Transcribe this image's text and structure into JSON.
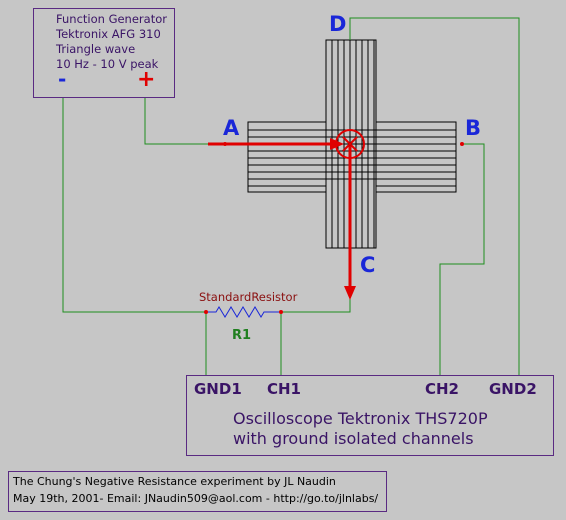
{
  "generator": {
    "lines": [
      "Function Generator",
      "Tektronix AFG 310",
      "Triangle wave",
      "10 Hz - 10 V peak"
    ],
    "minus": "-",
    "plus": "+"
  },
  "nodes": {
    "a": "A",
    "b": "B",
    "c": "C",
    "d": "D"
  },
  "resistor": {
    "name": "StandardResistor",
    "ref": "R1"
  },
  "oscilloscope": {
    "gnd1": "GND1",
    "ch1": "CH1",
    "ch2": "CH2",
    "gnd2": "GND2",
    "title_line1": "Oscilloscope Tektronix THS720P",
    "title_line2": "with ground isolated channels"
  },
  "footer": {
    "line1": "The Chung's Negative Resistance experiment  by JL Naudin",
    "line2": "May 19th, 2001- Email: JNaudin509@aol.com - http://go.to/jlnlabs/"
  },
  "colors": {
    "wire": "#1f8f1f",
    "current": "#e00000",
    "node_label": "#1a27d8",
    "text": "#3a1466",
    "resistor_label": "#8a1010",
    "ref_label": "#1f7f1f"
  }
}
